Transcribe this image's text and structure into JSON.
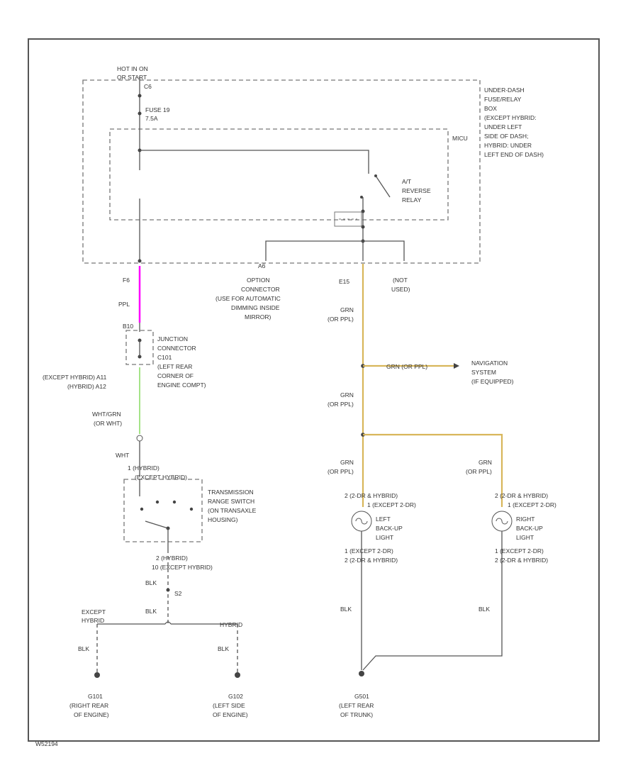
{
  "labels": {
    "hot_in_on": "HOT IN ON",
    "hot_in_on2": "OR START",
    "c_no": "C6",
    "fuse": "FUSE 19",
    "fuse_amp": "7.5A",
    "box_1": "UNDER-DASH",
    "box_2": "FUSE/RELAY",
    "box_3": "BOX",
    "box_4": "(EXCEPT HYBRID:",
    "box_5": "UNDER LEFT",
    "box_6": "SIDE OF DASH;",
    "box_7": "HYBRID: UNDER",
    "box_8": "LEFT END OF DASH)",
    "micu": "MICU",
    "relay_1": "A/T",
    "relay_2": "REVERSE",
    "relay_3": "RELAY",
    "f6": "F6",
    "e15": "E15",
    "a6": "A6",
    "option_1": "OPTION",
    "option_2": "CONNECTOR",
    "option_3": "(USE FOR AUTOMATIC",
    "option_4": "DIMMING INSIDE",
    "option_5": "MIRROR)",
    "not_used_1": "(NOT",
    "not_used_2": "USED)",
    "ppl": "PPL",
    "jc_1": "JUNCTION",
    "jc_2": "CONNECTOR",
    "jc_3": "C101",
    "jc_4": "(LEFT REAR",
    "jc_5": "CORNER OF",
    "jc_6": "ENGINE COMPT)",
    "jc_pin1": "(EXCEPT HYBRID) A11",
    "jc_pin2": "(HYBRID) A12",
    "jc_top": "B10",
    "wht_grn": "WHT/GRN",
    "or_wht": "(OR WHT)",
    "wht": "WHT",
    "pin1_hybrid": "1  (HYBRID)",
    "pin1_except": "   (EXCEPT HYBRID)",
    "trs_1": "TRANSMISSION",
    "trs_2": "RANGE SWITCH",
    "trs_3": "(ON TRANSAXLE",
    "trs_4": "HOUSING)",
    "pin2_hybrid": "2  (HYBRID)",
    "pin10_except": "10  (EXCEPT HYBRID)",
    "blk": "BLK",
    "splice": "S2",
    "except_hybrid_1": "EXCEPT",
    "except_hybrid_2": "HYBRID",
    "hybrid": "HYBRID",
    "g101_1": "G101",
    "g101_2": "(RIGHT REAR",
    "g101_3": "OF ENGINE)",
    "g102_1": "G102",
    "g102_2": "(LEFT SIDE",
    "g102_3": "OF ENGINE)",
    "g501_1": "G501",
    "g501_2": "(LEFT REAR",
    "g501_3": "OF TRUNK)",
    "grn": "GRN",
    "or_ppl": "(OR PPL)",
    "grn_or_ppl": "GRN (OR PPL)",
    "nav_1": "NAVIGATION",
    "nav_2": "SYSTEM",
    "nav_3": "(IF EQUIPPED)",
    "lamp_pin_top_1": "2  (2-DR & HYBRID)",
    "lamp_pin_top_2": "1  (EXCEPT 2-DR)",
    "left_backup_1": "LEFT",
    "left_backup_2": "BACK-UP",
    "left_backup_3": "LIGHT",
    "right_backup_1": "RIGHT",
    "right_backup_2": "BACK-UP",
    "right_backup_3": "LIGHT",
    "lamp_pin_bot_1": "1  (EXCEPT 2-DR)",
    "lamp_pin_bot_2": "2  (2-DR & HYBRID)",
    "fig_id": "W52194"
  },
  "colors": {
    "wire_ppl": "#ff00ff",
    "wire_grn": "#9be07a",
    "wire_yel": "#d8b65a",
    "wire_gray": "#555555"
  }
}
